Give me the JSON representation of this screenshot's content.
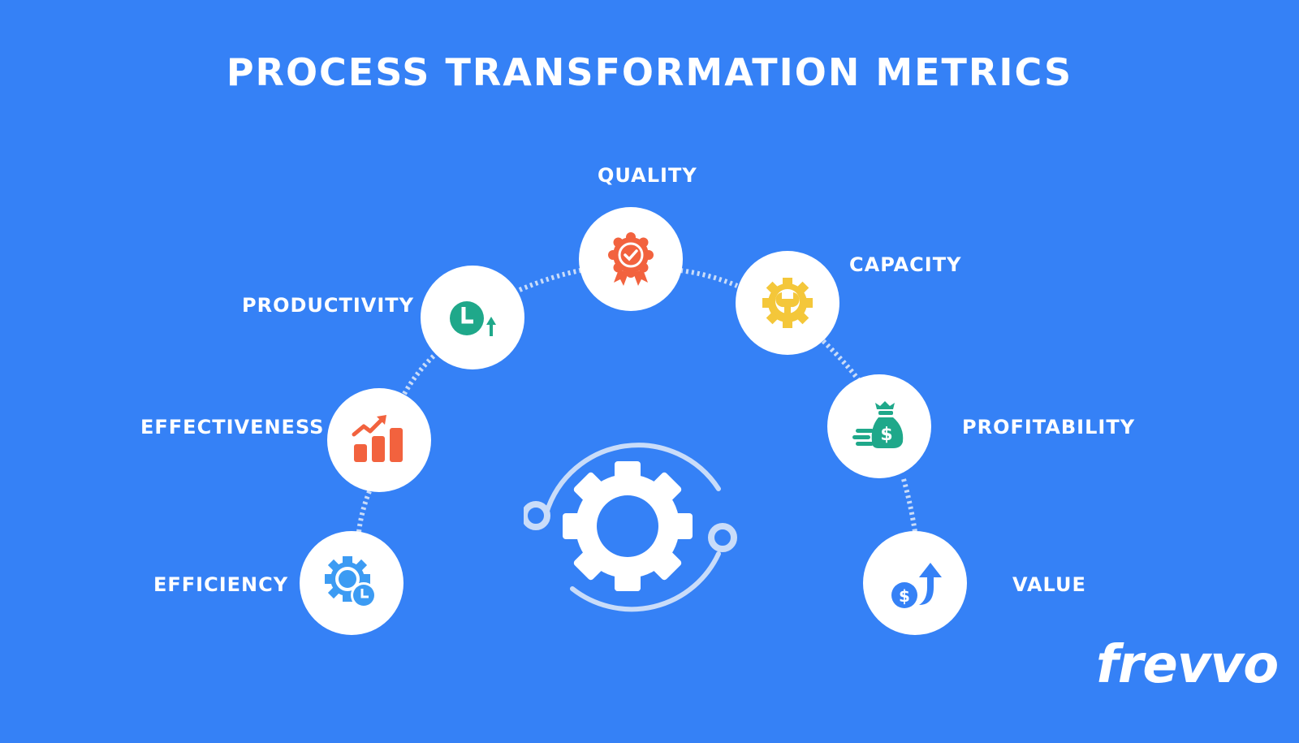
{
  "title": "PROCESS TRANSFORMATION METRICS",
  "colors": {
    "background": "#3581F6",
    "node_fill": "#FFFFFF",
    "connector": "#C9DCF9",
    "quality_icon": "#F2623E",
    "productivity_icon": "#1FA88A",
    "capacity_icon": "#F4C73A",
    "effectiveness_icon": "#F2623E",
    "profitability_icon": "#1FA88A",
    "efficiency_icon": "#3C9BF3",
    "value_icon": "#3581F6"
  },
  "metrics": [
    {
      "label": "QUALITY",
      "icon": "award-ribbon-check-icon"
    },
    {
      "label": "PRODUCTIVITY",
      "icon": "clock-arrow-up-icon"
    },
    {
      "label": "CAPACITY",
      "icon": "gear-wrench-icon"
    },
    {
      "label": "EFFECTIVENESS",
      "icon": "bar-chart-trend-icon"
    },
    {
      "label": "PROFITABILITY",
      "icon": "money-bag-coins-icon"
    },
    {
      "label": "EFFICIENCY",
      "icon": "gear-clock-icon"
    },
    {
      "label": "VALUE",
      "icon": "dollar-arrow-up-icon"
    }
  ],
  "center_icon": "gear-cycle-icon",
  "logo": {
    "text": "frevvo"
  }
}
